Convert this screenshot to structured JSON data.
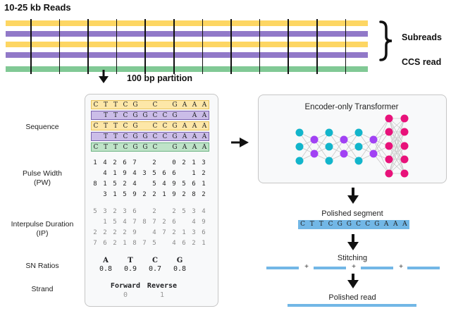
{
  "header": {
    "title": "10-25 kb Reads",
    "subreads_label": "Subreads",
    "ccs_label": "CCS read",
    "partition_label": "100 bp partition"
  },
  "colors": {
    "subread_forward": "#fdd663",
    "subread_reverse": "#9179c8",
    "ccs": "#81c995",
    "cyan_node": "#12b5cb",
    "purple_node": "#a142f4",
    "pink_node": "#e8127a",
    "polished": "#72b7e6"
  },
  "reads": {
    "rows": [
      {
        "type": "subread",
        "strand": "forward"
      },
      {
        "type": "subread",
        "strand": "reverse"
      },
      {
        "type": "subread",
        "strand": "forward"
      },
      {
        "type": "subread",
        "strand": "reverse"
      },
      {
        "type": "ccs"
      }
    ],
    "partition_count": 12
  },
  "features": {
    "labels": {
      "sequence": "Sequence",
      "pulse_width": "Pulse Width",
      "pulse_width_abbr": "(PW)",
      "interpulse": "Interpulse Duration",
      "interpulse_abbr": "(IP)",
      "sn_ratios": "SN Ratios",
      "strand": "Strand"
    },
    "sequence_rows": [
      {
        "kind": "forward",
        "bases": [
          "C",
          "T",
          "T",
          "C",
          "G",
          "",
          "C",
          "",
          "G",
          "A",
          "A",
          "A"
        ]
      },
      {
        "kind": "reverse",
        "bases": [
          "",
          "T",
          "T",
          "C",
          "G",
          "G",
          "C",
          "C",
          "G",
          "",
          "A",
          "A"
        ]
      },
      {
        "kind": "forward",
        "bases": [
          "C",
          "T",
          "T",
          "C",
          "G",
          "",
          "C",
          "C",
          "G",
          "A",
          "A",
          "A"
        ]
      },
      {
        "kind": "reverse",
        "bases": [
          "",
          "T",
          "T",
          "C",
          "G",
          "G",
          "C",
          "C",
          "G",
          "A",
          "A",
          "A"
        ]
      },
      {
        "kind": "ccs",
        "bases": [
          "C",
          "T",
          "T",
          "C",
          "G",
          "G",
          "C",
          "",
          "G",
          "A",
          "A",
          "A"
        ]
      }
    ],
    "pulse_width_rows": [
      [
        "1",
        "4",
        "2",
        "6",
        "7",
        "",
        "2",
        "",
        "0",
        "2",
        "1",
        "3"
      ],
      [
        "",
        "4",
        "1",
        "9",
        "4",
        "3",
        "5",
        "6",
        "6",
        "",
        "1",
        "2"
      ],
      [
        "8",
        "1",
        "5",
        "2",
        "4",
        "",
        "5",
        "4",
        "9",
        "5",
        "6",
        "1"
      ],
      [
        "",
        "3",
        "1",
        "5",
        "9",
        "2",
        "2",
        "1",
        "9",
        "2",
        "8",
        "2"
      ]
    ],
    "interpulse_rows": [
      [
        "5",
        "3",
        "2",
        "3",
        "6",
        "",
        "2",
        "",
        "2",
        "5",
        "3",
        "4"
      ],
      [
        "",
        "1",
        "5",
        "4",
        "7",
        "8",
        "7",
        "2",
        "6",
        "",
        "4",
        "9"
      ],
      [
        "2",
        "2",
        "2",
        "2",
        "9",
        "",
        "4",
        "7",
        "2",
        "1",
        "3",
        "6"
      ],
      [
        "7",
        "6",
        "2",
        "1",
        "8",
        "7",
        "5",
        "",
        "4",
        "6",
        "2",
        "1"
      ]
    ],
    "sn_ratios": {
      "bases": [
        "A",
        "T",
        "C",
        "G"
      ],
      "values": [
        "0.8",
        "0.9",
        "0.7",
        "0.8"
      ]
    },
    "strand": {
      "headers": [
        "Forward",
        "Reverse"
      ],
      "values": [
        "0",
        "1"
      ]
    }
  },
  "model": {
    "title": "Encoder-only Transformer",
    "layers": [
      {
        "color": "cyan",
        "nodes": 3
      },
      {
        "color": "purple",
        "nodes": 2
      },
      {
        "color": "cyan",
        "nodes": 3
      },
      {
        "color": "purple",
        "nodes": 2
      },
      {
        "color": "cyan",
        "nodes": 3
      },
      {
        "color": "purple",
        "nodes": 2
      },
      {
        "color": "pink",
        "nodes": 5
      },
      {
        "color": "pink",
        "nodes": 5
      }
    ]
  },
  "output": {
    "polished_segment_label": "Polished segment",
    "polished_segment": [
      "C",
      "T",
      "T",
      "C",
      "G",
      "G",
      "C",
      "C",
      "G",
      "A",
      "A",
      "A"
    ],
    "stitching_label": "Stitching",
    "stitch_segments": 4,
    "plus": "+",
    "polished_read_label": "Polished read"
  }
}
